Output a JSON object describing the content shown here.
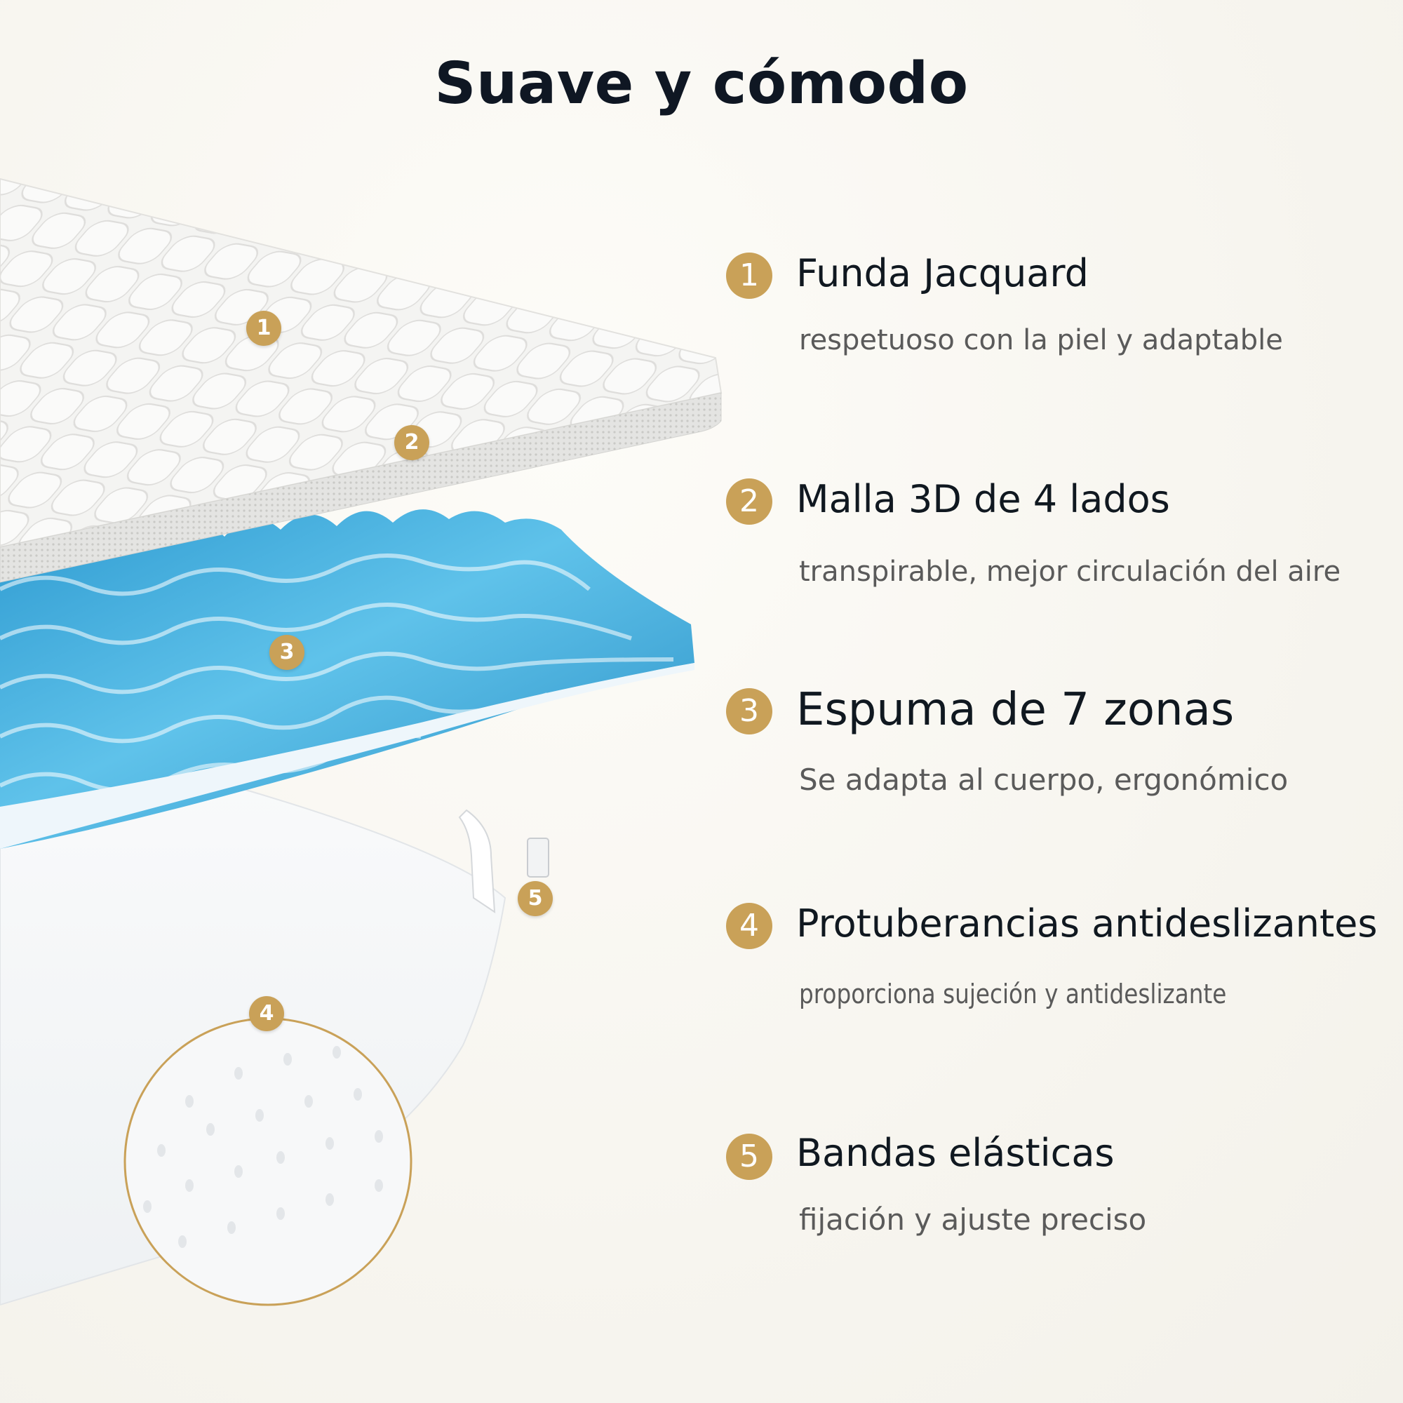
{
  "title": "Suave y cómodo",
  "colors": {
    "accent": "#c9a158",
    "title": "#0f1723",
    "text": "#101820",
    "muted": "#5a5a5a",
    "foam": "#3aa6d8"
  },
  "markers": [
    "1",
    "2",
    "3",
    "4",
    "5"
  ],
  "features": [
    {
      "number": "1",
      "title": "Funda Jacquard",
      "desc": "respetuoso con la piel y adaptable"
    },
    {
      "number": "2",
      "title": "Malla 3D de 4 lados",
      "desc": "transpirable, mejor circulación del aire"
    },
    {
      "number": "3",
      "title": "Espuma de 7 zonas",
      "desc": "Se adapta al cuerpo, ergonómico"
    },
    {
      "number": "4",
      "title": "Protuberancias antideslizantes",
      "desc": "proporciona sujeción y antideslizante"
    },
    {
      "number": "5",
      "title": "Bandas elásticas",
      "desc": "fijación y ajuste preciso"
    }
  ]
}
